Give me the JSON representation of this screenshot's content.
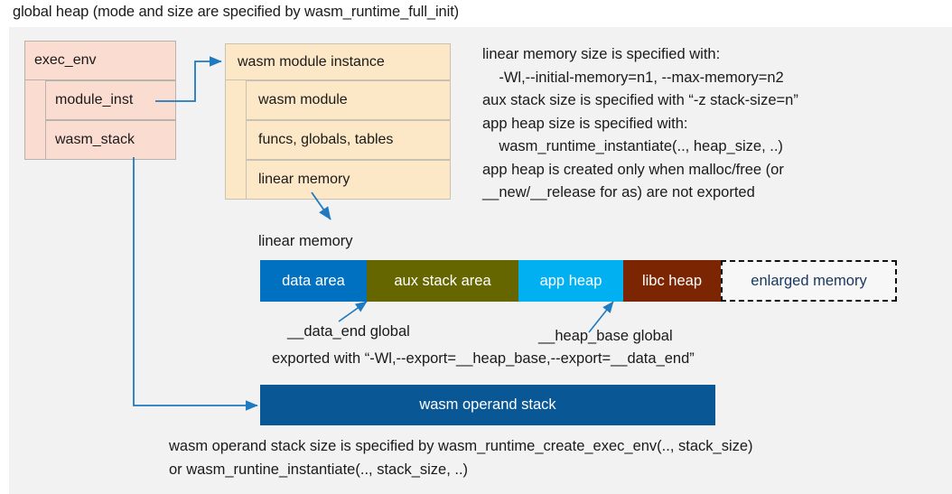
{
  "title": "global heap (mode and size are specified by wasm_runtime_full_init)",
  "colors": {
    "panel_bg": "#f2f2f2",
    "exec_env_fill": "#fbdcd1",
    "module_inst_fill": "#fce8c7",
    "connector_blue": "#1f7ac0",
    "data_area": "#0070c0",
    "aux_stack_area": "#666600",
    "app_heap": "#00b0f0",
    "libc_heap": "#7b2503",
    "enlarged_memory_text": "#17375e",
    "operand_stack": "#0a5795"
  },
  "exec_env": {
    "title": "exec_env",
    "fields": [
      {
        "label": "module_inst"
      },
      {
        "label": "wasm_stack"
      }
    ]
  },
  "module_instance": {
    "title": "wasm module instance",
    "rows": [
      {
        "label": "wasm module"
      },
      {
        "label": "funcs, globals, tables"
      },
      {
        "label": "linear memory"
      }
    ]
  },
  "notes_right": "linear memory size is specified with:\n    -Wl,--initial-memory=n1, --max-memory=n2\naux stack size is specified with “-z stack-size=n”\napp heap size is specified with:\n    wasm_runtime_instantiate(.., heap_size, ..)\napp heap is created only when malloc/free (or\n__new/__release for as) are not exported",
  "linear_memory": {
    "label": "linear memory",
    "segments": [
      {
        "label": "data area",
        "color": "#0070c0",
        "width": 118,
        "dashed": false
      },
      {
        "label": "aux stack area",
        "color": "#666600",
        "width": 168,
        "dashed": false
      },
      {
        "label": "app heap",
        "color": "#00b0f0",
        "width": 116,
        "dashed": false
      },
      {
        "label": "libc heap",
        "color": "#7b2503",
        "width": 108,
        "dashed": false
      },
      {
        "label": "enlarged memory",
        "color": "#f7f7f7",
        "width": 195,
        "dashed": true
      }
    ],
    "annotations": {
      "data_end": "__data_end global",
      "heap_base": "__heap_base global",
      "exported": "exported with “-Wl,--export=__heap_base,--export=__data_end”"
    }
  },
  "operand_stack": {
    "label": "wasm operand stack",
    "notes": "wasm operand stack size is specified by wasm_runtime_create_exec_env(.., stack_size)\nor wasm_runtine_instantiate(.., stack_size, ..)"
  }
}
